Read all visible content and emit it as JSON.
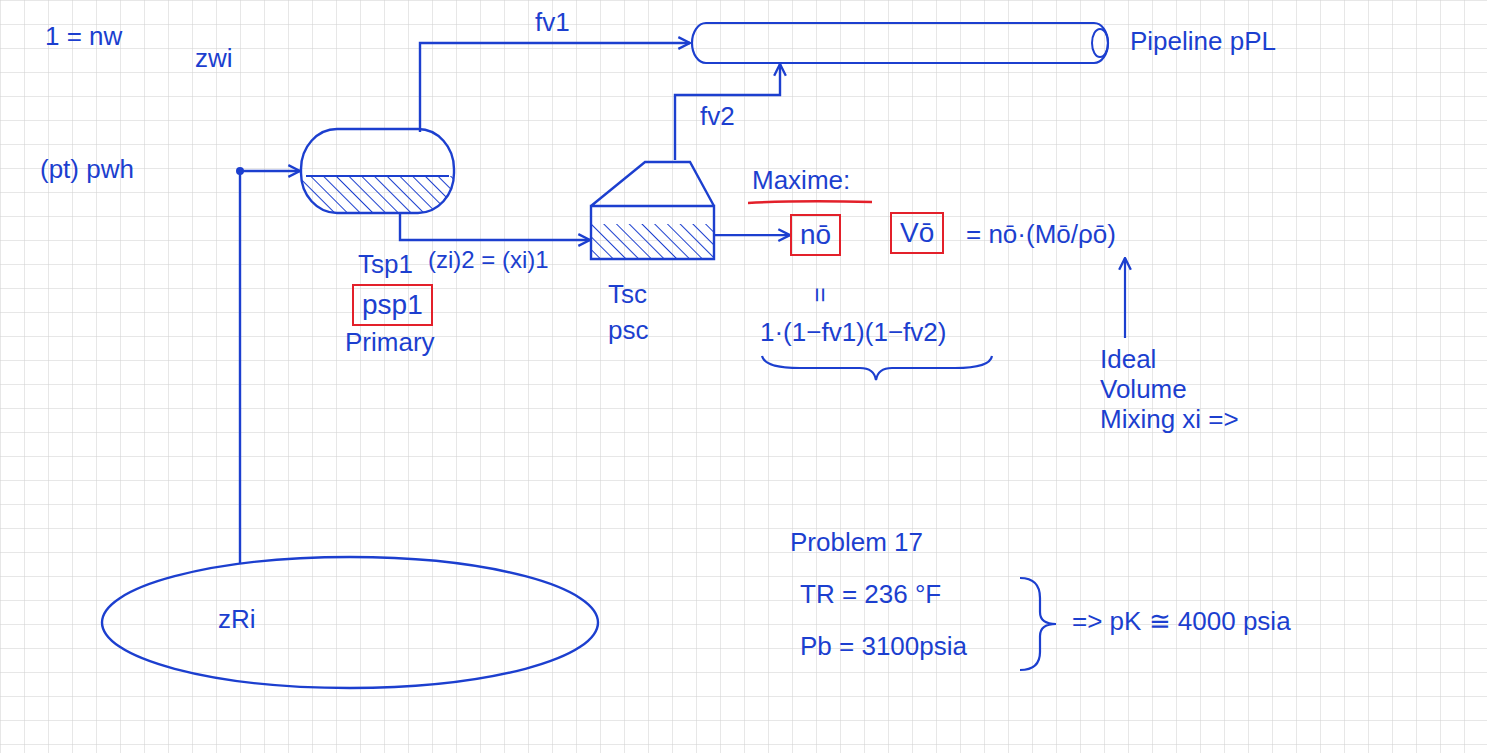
{
  "diagram": {
    "nodes": [
      {
        "text": [
          "Pipeline pPL"
        ]
      },
      {
        "text": [
          "Tsp1",
          "Primary"
        ]
      },
      {
        "text": [
          "psp1"
        ]
      },
      {
        "text": [
          "Tsc",
          "psc"
        ]
      },
      {
        "text": [
          "nō"
        ]
      },
      {
        "text": [
          "Vō"
        ]
      },
      {
        "text": [
          "zRi"
        ]
      }
    ],
    "edges": [
      {
        "from": 6,
        "to": 1,
        "arrow": "to"
      },
      {
        "from": 1,
        "to": 0,
        "arrow": "to",
        "label": "fv1"
      },
      {
        "from": 1,
        "to": 3,
        "arrow": "to",
        "label": "(zi)2 = (xi)1"
      },
      {
        "from": 3,
        "to": 0,
        "arrow": "to",
        "label": "fv2"
      },
      {
        "from": 3,
        "to": 4,
        "arrow": "to"
      }
    ],
    "labels": [
      "1 = nw",
      "zwi",
      "(pt) pwh",
      "Maxime:",
      "=",
      "1·(1−fv1)(1−fv2)",
      "= nō·(Mō/ρō)",
      "Ideal Volume Mixing xi =>",
      "Problem 17",
      "TR = 236 °F",
      "Pb = 3100psia",
      "=> pK ≅ 4000 psia"
    ]
  }
}
